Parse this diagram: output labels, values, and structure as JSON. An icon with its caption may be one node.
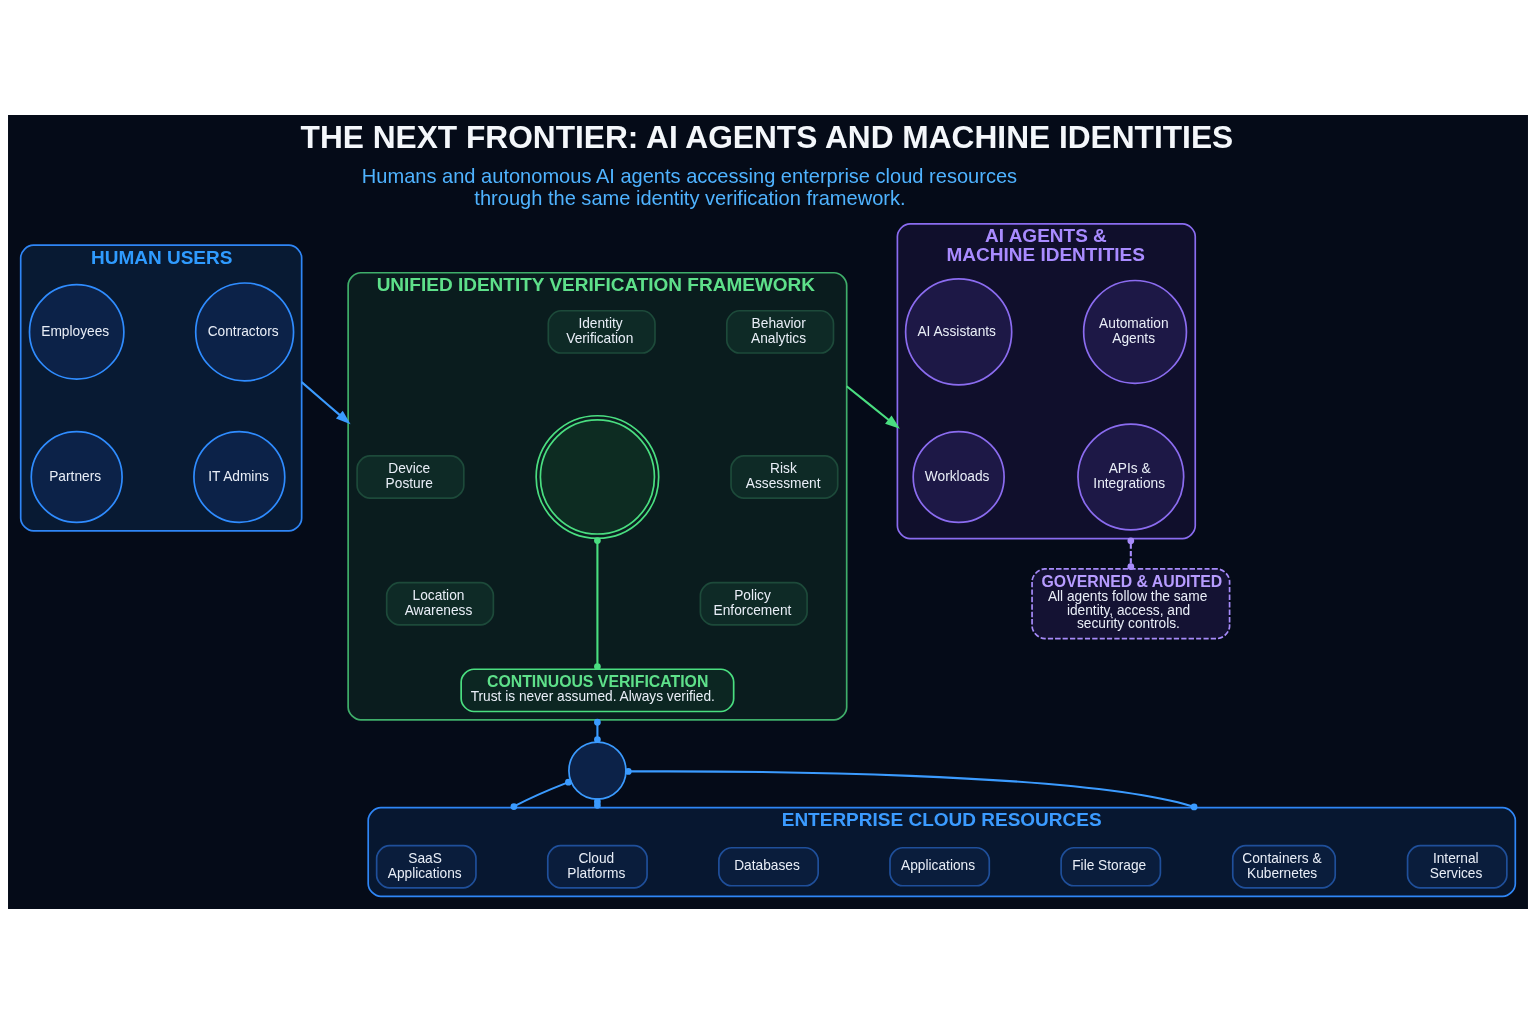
{
  "diagram": {
    "title": "THE NEXT FRONTIER: AI AGENTS AND MACHINE IDENTITIES",
    "nodes": [
      {
        "text": [
          "HUMAN USERS"
        ]
      },
      {
        "text": [
          "Employees"
        ],
        "in": 0
      },
      {
        "text": [
          "Contractors"
        ],
        "in": 0
      },
      {
        "text": [
          "Partners"
        ],
        "in": 0
      },
      {
        "text": [
          "IT Admins"
        ],
        "in": 0
      },
      {
        "text": [
          "UNIFIED IDENTITY VERIFICATION FRAMEWORK"
        ]
      },
      {
        "text": [
          "Identity Verification"
        ],
        "in": 5
      },
      {
        "text": [
          "Device Posture"
        ],
        "in": 5
      },
      {
        "text": [
          "Location Awareness"
        ],
        "in": 5
      },
      {
        "text": [
          "Behavior Analytics"
        ],
        "in": 5
      },
      {
        "text": [
          "Risk Assessment"
        ],
        "in": 5
      },
      {
        "text": [
          "Policy Enforcement"
        ],
        "in": 5
      },
      {
        "text": [],
        "shape": "circle",
        "in": 5
      },
      {
        "text": [
          "CONTINUOUS VERIFICATION",
          "Trust is never assumed. Always verified."
        ],
        "in": 5
      },
      {
        "text": [
          "AI AGENTS & MACHINE IDENTITIES"
        ]
      },
      {
        "text": [
          "AI Assistants"
        ],
        "in": 14
      },
      {
        "text": [
          "Automation Agents"
        ],
        "in": 14
      },
      {
        "text": [
          "Workloads"
        ],
        "in": 14
      },
      {
        "text": [
          "APIs & Integrations"
        ],
        "in": 14
      },
      {
        "text": [
          "GOVERNED & AUDITED",
          "All agents follow the same identity, access, and security controls."
        ]
      },
      {
        "text": [],
        "shape": "circle"
      },
      {
        "text": [
          "ENTERPRISE CLOUD RESOURCES"
        ]
      },
      {
        "text": [
          "SaaS Applications"
        ],
        "in": 21
      },
      {
        "text": [
          "Cloud Platforms"
        ],
        "in": 21
      },
      {
        "text": [
          "Databases"
        ],
        "in": 21
      },
      {
        "text": [
          "Applications"
        ],
        "in": 21
      },
      {
        "text": [
          "File Storage"
        ],
        "in": 21
      },
      {
        "text": [
          "Containers & Kubernetes"
        ],
        "in": 21
      },
      {
        "text": [
          "Internal Services"
        ],
        "in": 21
      }
    ],
    "edges": [
      {
        "from": 0,
        "to": 5,
        "arrow": "to"
      },
      {
        "from": 5,
        "to": 14,
        "arrow": "to",
        "color": "#4ade80"
      },
      {
        "from": 12,
        "to": 13,
        "arrow": "other",
        "color": "#4ade80"
      },
      {
        "from": 14,
        "to": 19,
        "arrow": "other",
        "style": "dashed",
        "color": "#a78bfa"
      },
      {
        "from": 5,
        "to": 20,
        "arrow": "other"
      },
      {
        "from": 20,
        "to": 21,
        "arrow": "other"
      },
      {
        "from": 20,
        "to": 21,
        "arrow": "other"
      },
      {
        "from": 20,
        "to": 21,
        "arrow": "other"
      }
    ],
    "labels": [
      "Humans and autonomous AI agents accessing enterprise cloud resources through the same identity verification framework."
    ]
  }
}
